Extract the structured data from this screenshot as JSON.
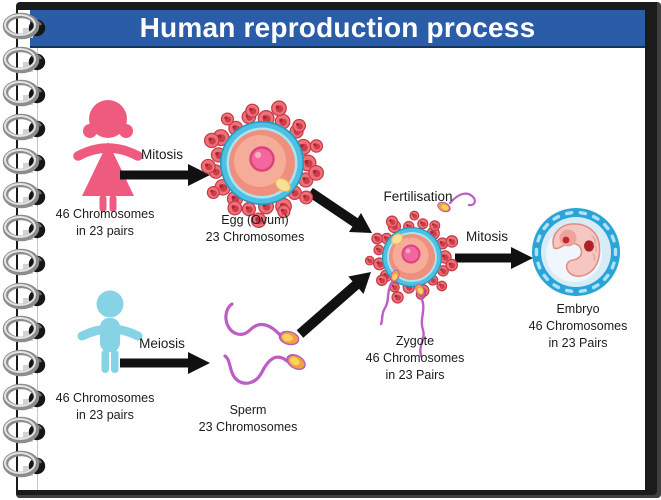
{
  "title": "Human reproduction process",
  "colors": {
    "banner_blue": "#2A5CA8",
    "female_pink": "#EE5B7E",
    "male_blue": "#85D3E5",
    "sperm_purple": "#BC5EC6",
    "cell_ring_blue": "#4FC0DF",
    "corona_red": "#EF7078",
    "embryo_ring_blue": "#2BA5D8",
    "arrow_black": "#111111"
  },
  "stages": {
    "female": {
      "caption": [
        "46 Chromosomes",
        "in 23 pairs"
      ]
    },
    "male": {
      "caption": [
        "46 Chromosomes",
        "in 23 pairs"
      ]
    },
    "egg": {
      "caption": [
        "Egg (Ovum)",
        "23 Chromosomes"
      ]
    },
    "sperm": {
      "caption": [
        "Sperm",
        "23 Chromosomes"
      ]
    },
    "zygote": {
      "caption": [
        "Zygote",
        "46 Chromosomes",
        "in 23 Pairs"
      ]
    },
    "embryo": {
      "caption": [
        "Embryo",
        "46 Chromosomes",
        "in 23 Pairs"
      ]
    }
  },
  "processes": {
    "mitosis_female": "Mitosis",
    "meiosis_male": "Meiosis",
    "fertilisation": "Fertilisation",
    "mitosis_zygote": "Mitosis"
  }
}
